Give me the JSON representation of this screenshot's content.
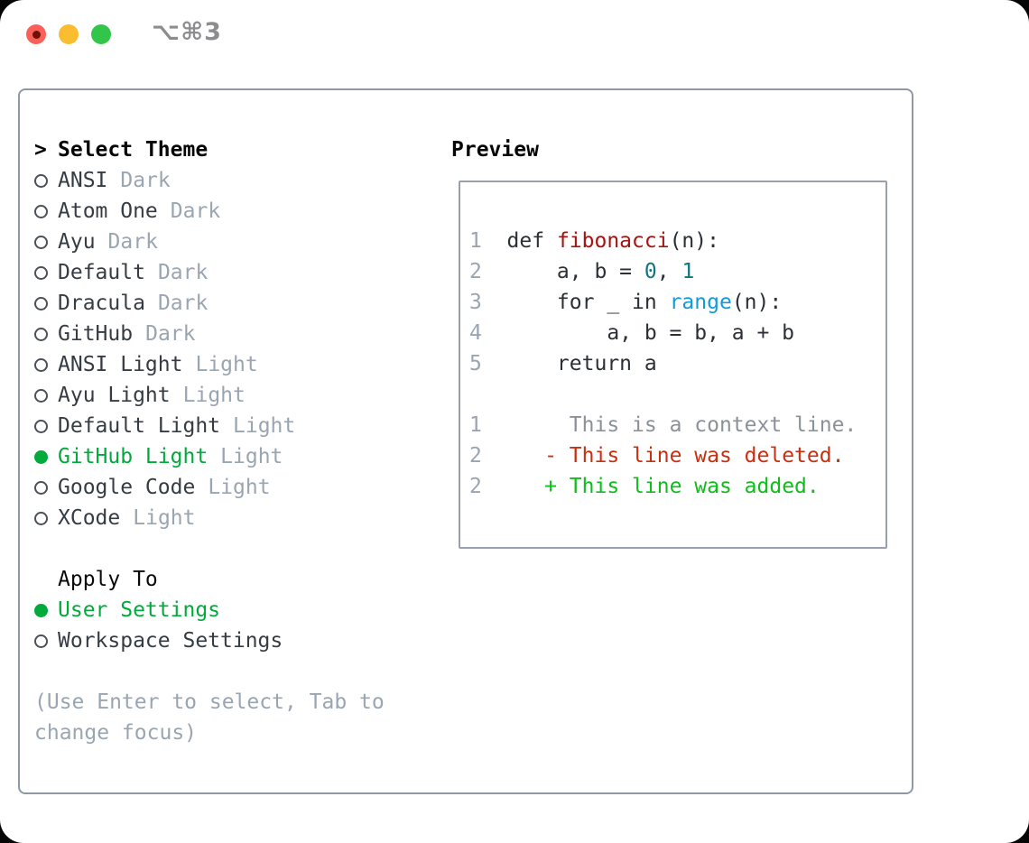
{
  "window": {
    "shortcut": "⌥⌘3"
  },
  "colors": {
    "accent_green": "#00ab3c",
    "added_green": "#0fbd1b",
    "deleted_red": "#c8300f",
    "function_red": "#a31513",
    "number_teal": "#0d7680",
    "builtin_blue": "#119bd8",
    "muted_gray": "#9aa5b2",
    "panel_border": "#8f99a6",
    "traffic_red": "#f9605a",
    "traffic_yellow": "#f9bd2f",
    "traffic_green": "#31c649"
  },
  "theme_picker": {
    "marker": ">",
    "heading": "Select Theme",
    "items": [
      {
        "name": "ANSI",
        "variant": "Dark",
        "selected": false
      },
      {
        "name": "Atom One",
        "variant": "Dark",
        "selected": false
      },
      {
        "name": "Ayu",
        "variant": "Dark",
        "selected": false
      },
      {
        "name": "Default",
        "variant": "Dark",
        "selected": false
      },
      {
        "name": "Dracula",
        "variant": "Dark",
        "selected": false
      },
      {
        "name": "GitHub",
        "variant": "Dark",
        "selected": false
      },
      {
        "name": "ANSI Light",
        "variant": "Light",
        "selected": false
      },
      {
        "name": "Ayu Light",
        "variant": "Light",
        "selected": false
      },
      {
        "name": "Default Light",
        "variant": "Light",
        "selected": false
      },
      {
        "name": "GitHub Light",
        "variant": "Light",
        "selected": true
      },
      {
        "name": "Google Code",
        "variant": "Light",
        "selected": false
      },
      {
        "name": "XCode",
        "variant": "Light",
        "selected": false
      }
    ],
    "apply_to": {
      "heading": "Apply To",
      "options": [
        {
          "label": "User Settings",
          "selected": true
        },
        {
          "label": "Workspace Settings",
          "selected": false
        }
      ]
    },
    "hint_line1": "(Use Enter to select, Tab to",
    "hint_line2": "change focus)"
  },
  "preview": {
    "heading": "Preview",
    "lines": [
      [
        {
          "t": "1  ",
          "c": "ln"
        },
        {
          "t": "def ",
          "c": "tx"
        },
        {
          "t": "fibonacci",
          "c": "fn"
        },
        {
          "t": "(n):",
          "c": "tx"
        }
      ],
      [
        {
          "t": "2  ",
          "c": "ln"
        },
        {
          "t": "    a, b = ",
          "c": "tx"
        },
        {
          "t": "0",
          "c": "num"
        },
        {
          "t": ", ",
          "c": "tx"
        },
        {
          "t": "1",
          "c": "num"
        }
      ],
      [
        {
          "t": "3  ",
          "c": "ln"
        },
        {
          "t": "    for _ in ",
          "c": "tx"
        },
        {
          "t": "range",
          "c": "bi"
        },
        {
          "t": "(n):",
          "c": "tx"
        }
      ],
      [
        {
          "t": "4  ",
          "c": "ln"
        },
        {
          "t": "        a, b = b, a + b",
          "c": "tx"
        }
      ],
      [
        {
          "t": "5  ",
          "c": "ln"
        },
        {
          "t": "    return a",
          "c": "tx"
        }
      ],
      [],
      [
        {
          "t": "1",
          "c": "ln"
        },
        {
          "t": "       ",
          "c": "tx"
        },
        {
          "t": "This is a context line.",
          "c": "ctx"
        }
      ],
      [
        {
          "t": "2",
          "c": "ln"
        },
        {
          "t": "     ",
          "c": "tx"
        },
        {
          "t": "- This line was deleted.",
          "c": "del"
        }
      ],
      [
        {
          "t": "2",
          "c": "ln"
        },
        {
          "t": "     ",
          "c": "tx"
        },
        {
          "t": "+ This line was added.",
          "c": "add"
        }
      ]
    ]
  }
}
